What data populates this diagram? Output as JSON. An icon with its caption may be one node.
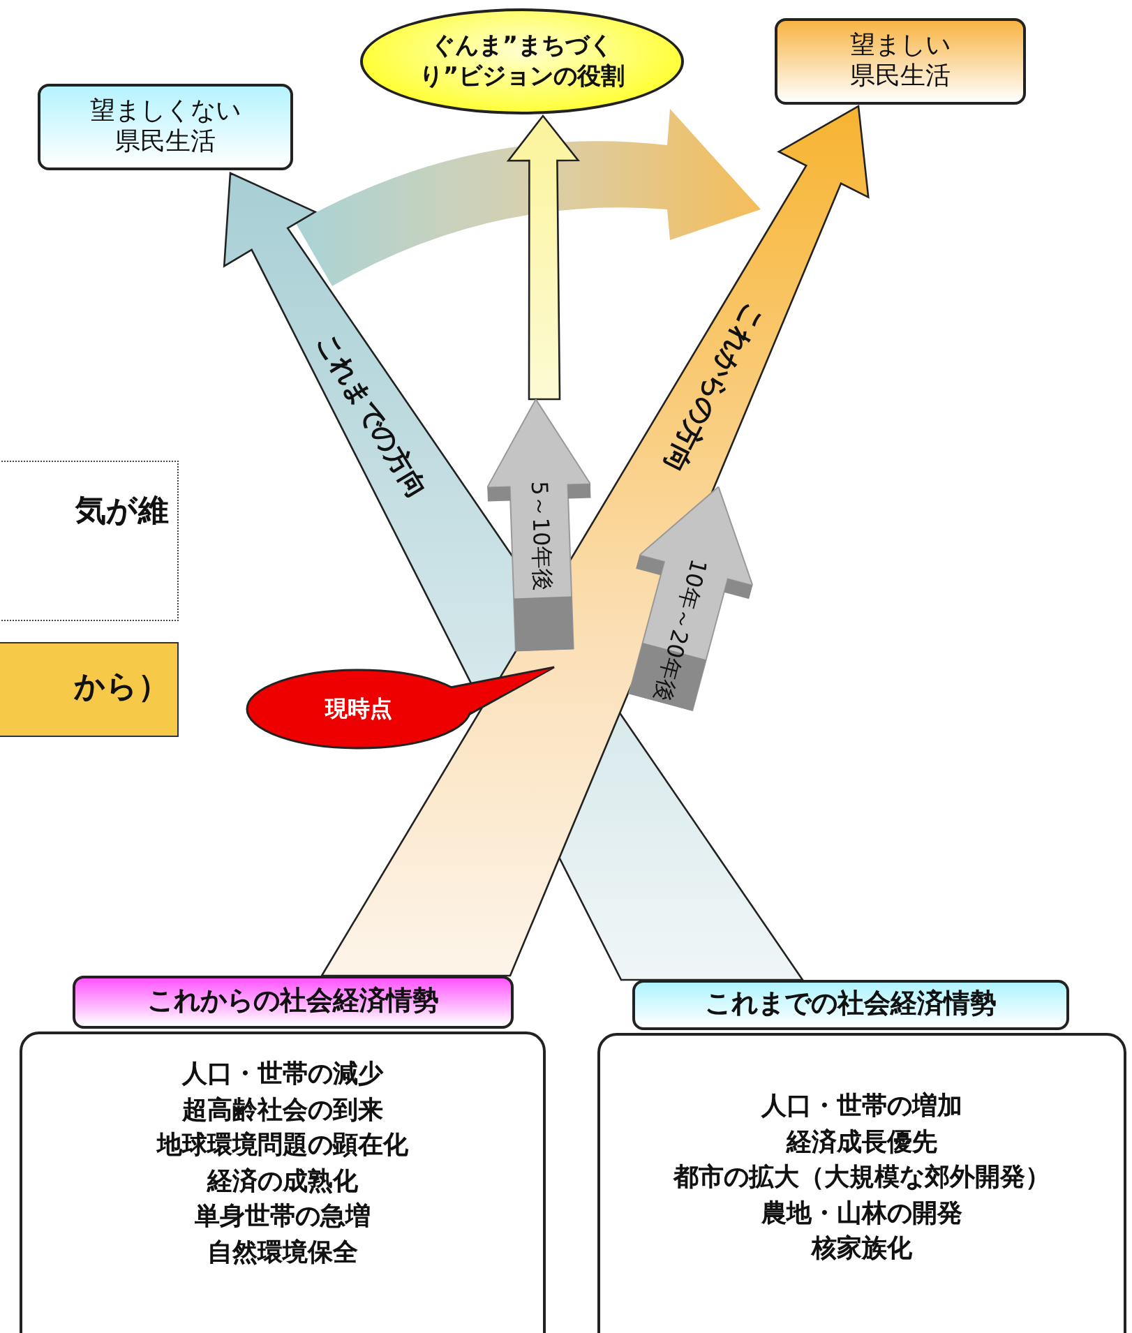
{
  "diagram": {
    "nodes": [
      {
        "text": [
          "望ましくない県民生活"
        ]
      },
      {
        "text": [
          "ぐんま”まちづくり”ビジョンの役割"
        ]
      },
      {
        "text": [
          "望ましい県民生活"
        ]
      },
      {
        "text": [
          "これからの社会経済情勢"
        ]
      },
      {
        "text": [
          "人口・世帯の減少",
          "超高齢社会の到来",
          "地球環境問題の顕在化",
          "経済の成熟化",
          "単身世帯の急増",
          "自然環境保全"
        ]
      },
      {
        "text": [
          "これまでの社会経済情勢"
        ]
      },
      {
        "text": [
          "人口・世帯の増加",
          "経済成長優先",
          "都市の拡大（大規模な郊外開発）",
          "農地・山林の開発",
          "核家族化"
        ]
      },
      {
        "text": [
          "現時点"
        ]
      },
      {
        "text": [
          "5～10年後"
        ]
      },
      {
        "text": [
          "10年～20年後"
        ]
      }
    ],
    "edges": [
      {
        "from": 5,
        "to": 0,
        "arrow": "to",
        "label": "これまでの方向"
      },
      {
        "from": 3,
        "to": 2,
        "arrow": "to",
        "label": "これからの方向"
      },
      {
        "from": 8,
        "to": 1,
        "arrow": "to"
      }
    ],
    "labels": [
      "気が維",
      "から）"
    ]
  }
}
